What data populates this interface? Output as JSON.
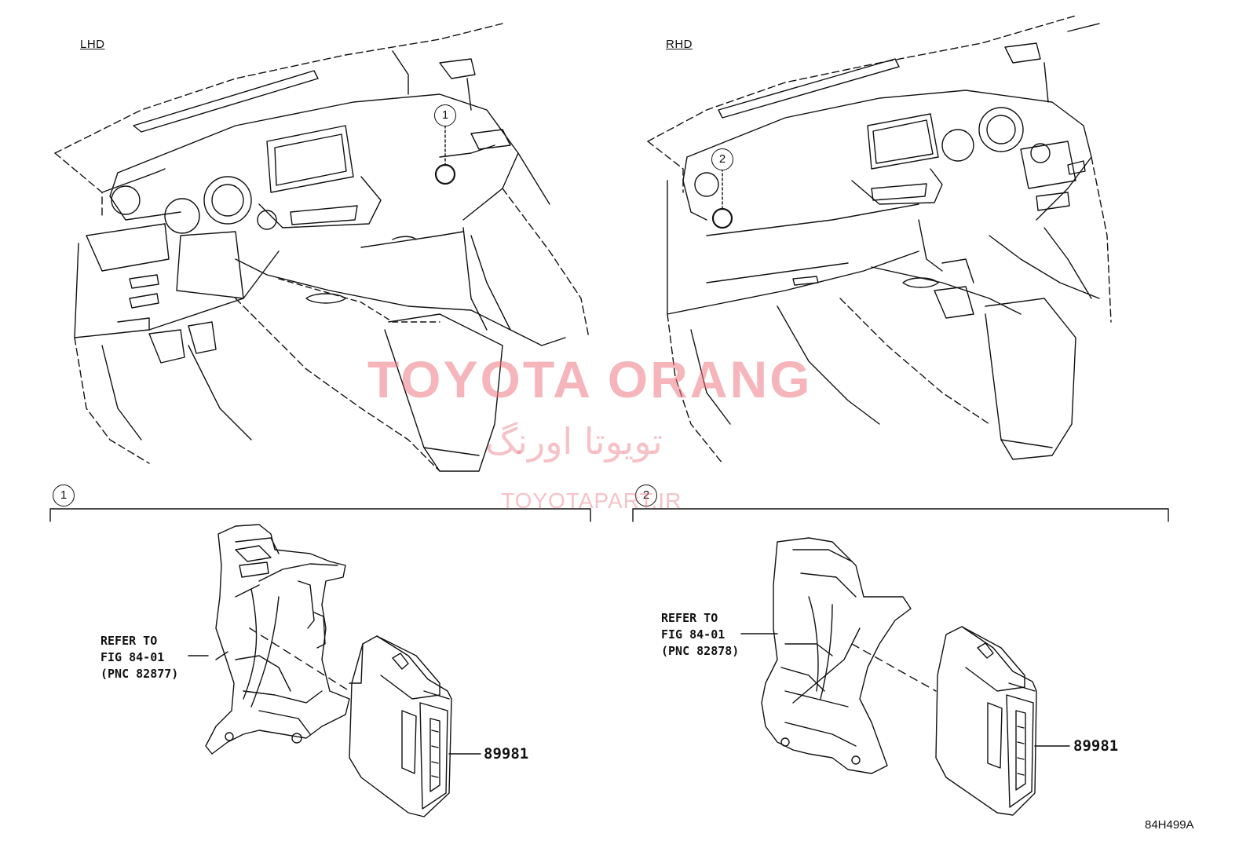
{
  "views": {
    "lhd_label": "LHD",
    "rhd_label": "RHD"
  },
  "callouts": {
    "one": "1",
    "two": "2"
  },
  "detail_1": {
    "refer_text": "REFER TO\nFIG 84-01\n(PNC 82877)",
    "part_number": "89981"
  },
  "detail_2": {
    "refer_text": "REFER TO\nFIG 84-01\n(PNC 82878)",
    "part_number": "89981"
  },
  "watermark": {
    "title": "TOYOTA ORANG",
    "persian": "تویوتا اورنگ",
    "url": "TOYOTAPART.IR"
  },
  "diagram_code": "84H499A"
}
